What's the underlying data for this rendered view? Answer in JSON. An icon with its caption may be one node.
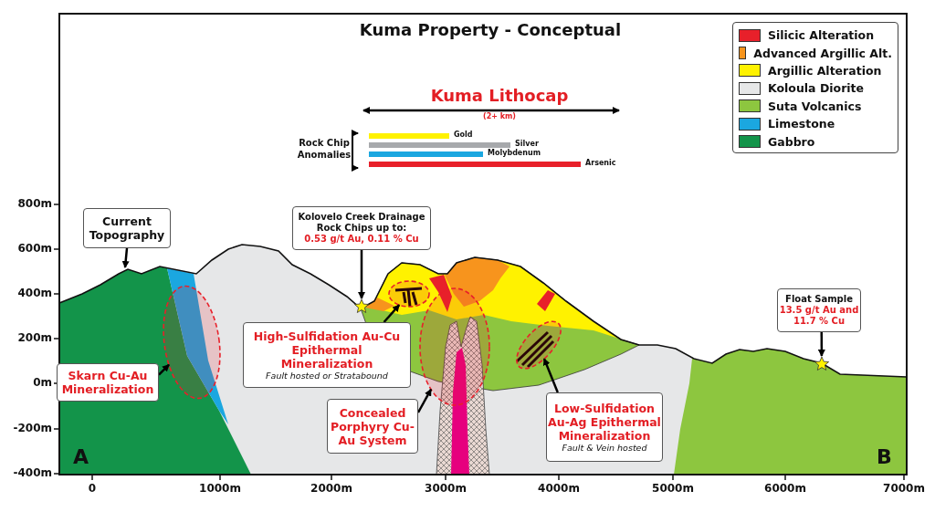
{
  "diagram": {
    "title": "Kuma Property - Conceptual",
    "nodes": [
      {
        "text": [
          "Current Topography"
        ]
      },
      {
        "text": [
          "Kolovelo Creek Drainage Rock Chips up to:",
          "0.53 g/t Au, 0.11 % Cu"
        ]
      },
      {
        "text": [
          "Float Sample",
          "13.5 g/t Au and 11.7 % Cu"
        ]
      },
      {
        "text": [
          "Skarn Cu-Au Mineralization"
        ]
      },
      {
        "text": [
          "High-Sulfidation Au-Cu Epithermal Mineralization",
          "Fault hosted or Stratabound"
        ]
      },
      {
        "text": [
          "Concealed Porphyry Cu-Au System"
        ]
      },
      {
        "text": [
          "Low-Sulfidation Au-Ag Epithermal Mineralization",
          "Fault & Vein hosted"
        ]
      },
      {
        "text": [],
        "shape": "star"
      },
      {
        "text": [],
        "shape": "star"
      },
      {
        "text": [],
        "shape": "ellipse"
      },
      {
        "text": [],
        "shape": "ellipse"
      },
      {
        "text": [],
        "shape": "ellipse"
      },
      {
        "text": [],
        "shape": "ellipse"
      }
    ],
    "edges": [
      {
        "from": 0,
        "to": null,
        "arrow": "to"
      },
      {
        "from": 1,
        "to": 7,
        "arrow": "to"
      },
      {
        "from": 2,
        "to": 8,
        "arrow": "to"
      },
      {
        "from": 3,
        "to": 9,
        "arrow": "to"
      },
      {
        "from": 4,
        "to": 10,
        "arrow": "to"
      },
      {
        "from": 5,
        "to": 11,
        "arrow": "to"
      },
      {
        "from": 6,
        "to": 12,
        "arrow": "to"
      }
    ],
    "labels": [
      "Kuma Lithocap",
      "(2+ km)",
      "Rock Chip Anomalies",
      "Gold",
      "Silver",
      "Molybdenum",
      "Arsenic",
      "800m",
      "600m",
      "400m",
      "200m",
      "0m",
      "-200m",
      "-400m",
      "A",
      "B",
      "0",
      "1000m",
      "2000m",
      "3000m",
      "4000m",
      "5000m",
      "6000m",
      "7000m"
    ],
    "legend": [
      {
        "text": "Silicic Alteration",
        "color": "#e8202a"
      },
      {
        "text": "Advanced Argillic Alt.",
        "color": "#f7941d"
      },
      {
        "text": "Argillic Alteration",
        "color": "#fff200"
      },
      {
        "text": "Koloula Diorite",
        "color": "#e6e7e8"
      },
      {
        "text": "Suta Volcanics",
        "color": "#8dc63f"
      },
      {
        "text": "Limestone",
        "color": "#1ba7e0"
      },
      {
        "text": "Gabbro",
        "color": "#13944a"
      }
    ]
  }
}
